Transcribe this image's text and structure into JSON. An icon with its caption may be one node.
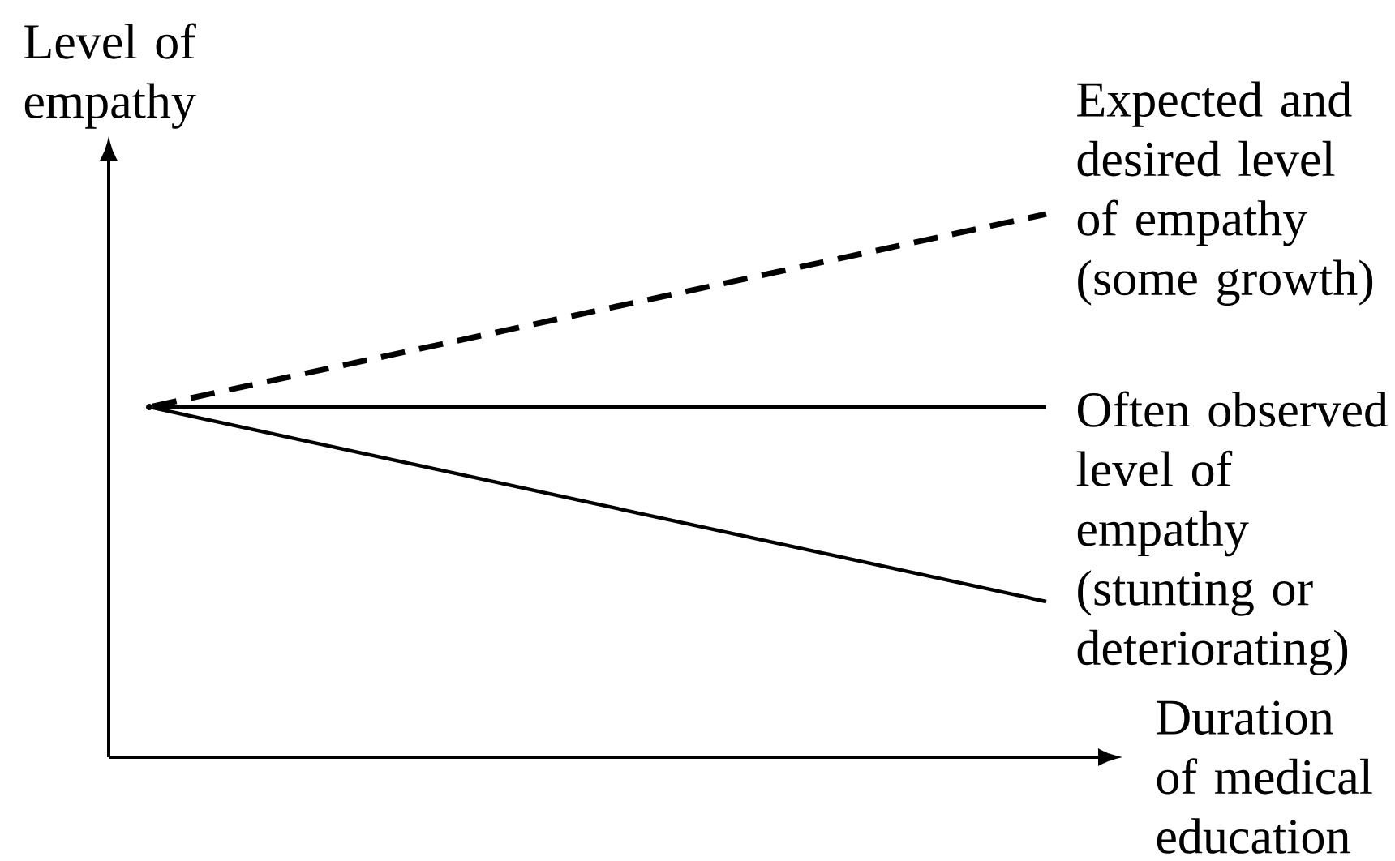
{
  "diagram": {
    "nodes": [
      {
        "text": [
          "Expected and desired level of empathy (some growth)"
        ]
      },
      {
        "text": [
          "Often observed level of empathy (stunting or deteriorating)"
        ]
      },
      {
        "text": [],
        "shape": "point"
      }
    ],
    "edges": [
      {
        "from": 2,
        "to": 0,
        "arrow": "none",
        "style": "dashed"
      },
      {
        "from": 2,
        "to": 1,
        "arrow": "none"
      },
      {
        "from": 2,
        "to": 1,
        "arrow": "none"
      }
    ],
    "labels": [
      "Level of empathy",
      "Duration of medical education"
    ]
  }
}
